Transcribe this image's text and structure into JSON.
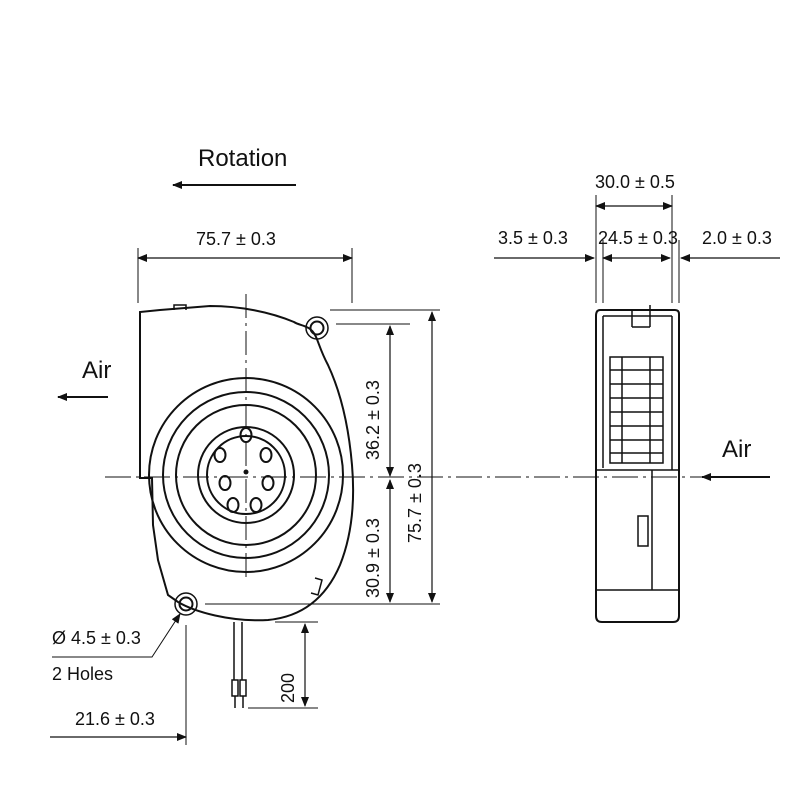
{
  "labels": {
    "rotation": "Rotation",
    "air_out": "Air",
    "air_in": "Air",
    "width_front": "75.7 ± 0.3",
    "upper_to_center": "36.2 ± 0.3",
    "lower_to_center": "30.9 ± 0.3",
    "height_total": "75.7 ± 0.3",
    "hole_diameter": "Ø 4.5 ± 0.3",
    "hole_count": "2 Holes",
    "hole_offset": "21.6 ± 0.3",
    "cable_length": "200",
    "thickness_total": "30.0 ± 0.5",
    "side_offset_left": "3.5 ± 0.3",
    "body_thickness": "24.5 ± 0.3",
    "side_offset_right": "2.0 ± 0.3"
  }
}
